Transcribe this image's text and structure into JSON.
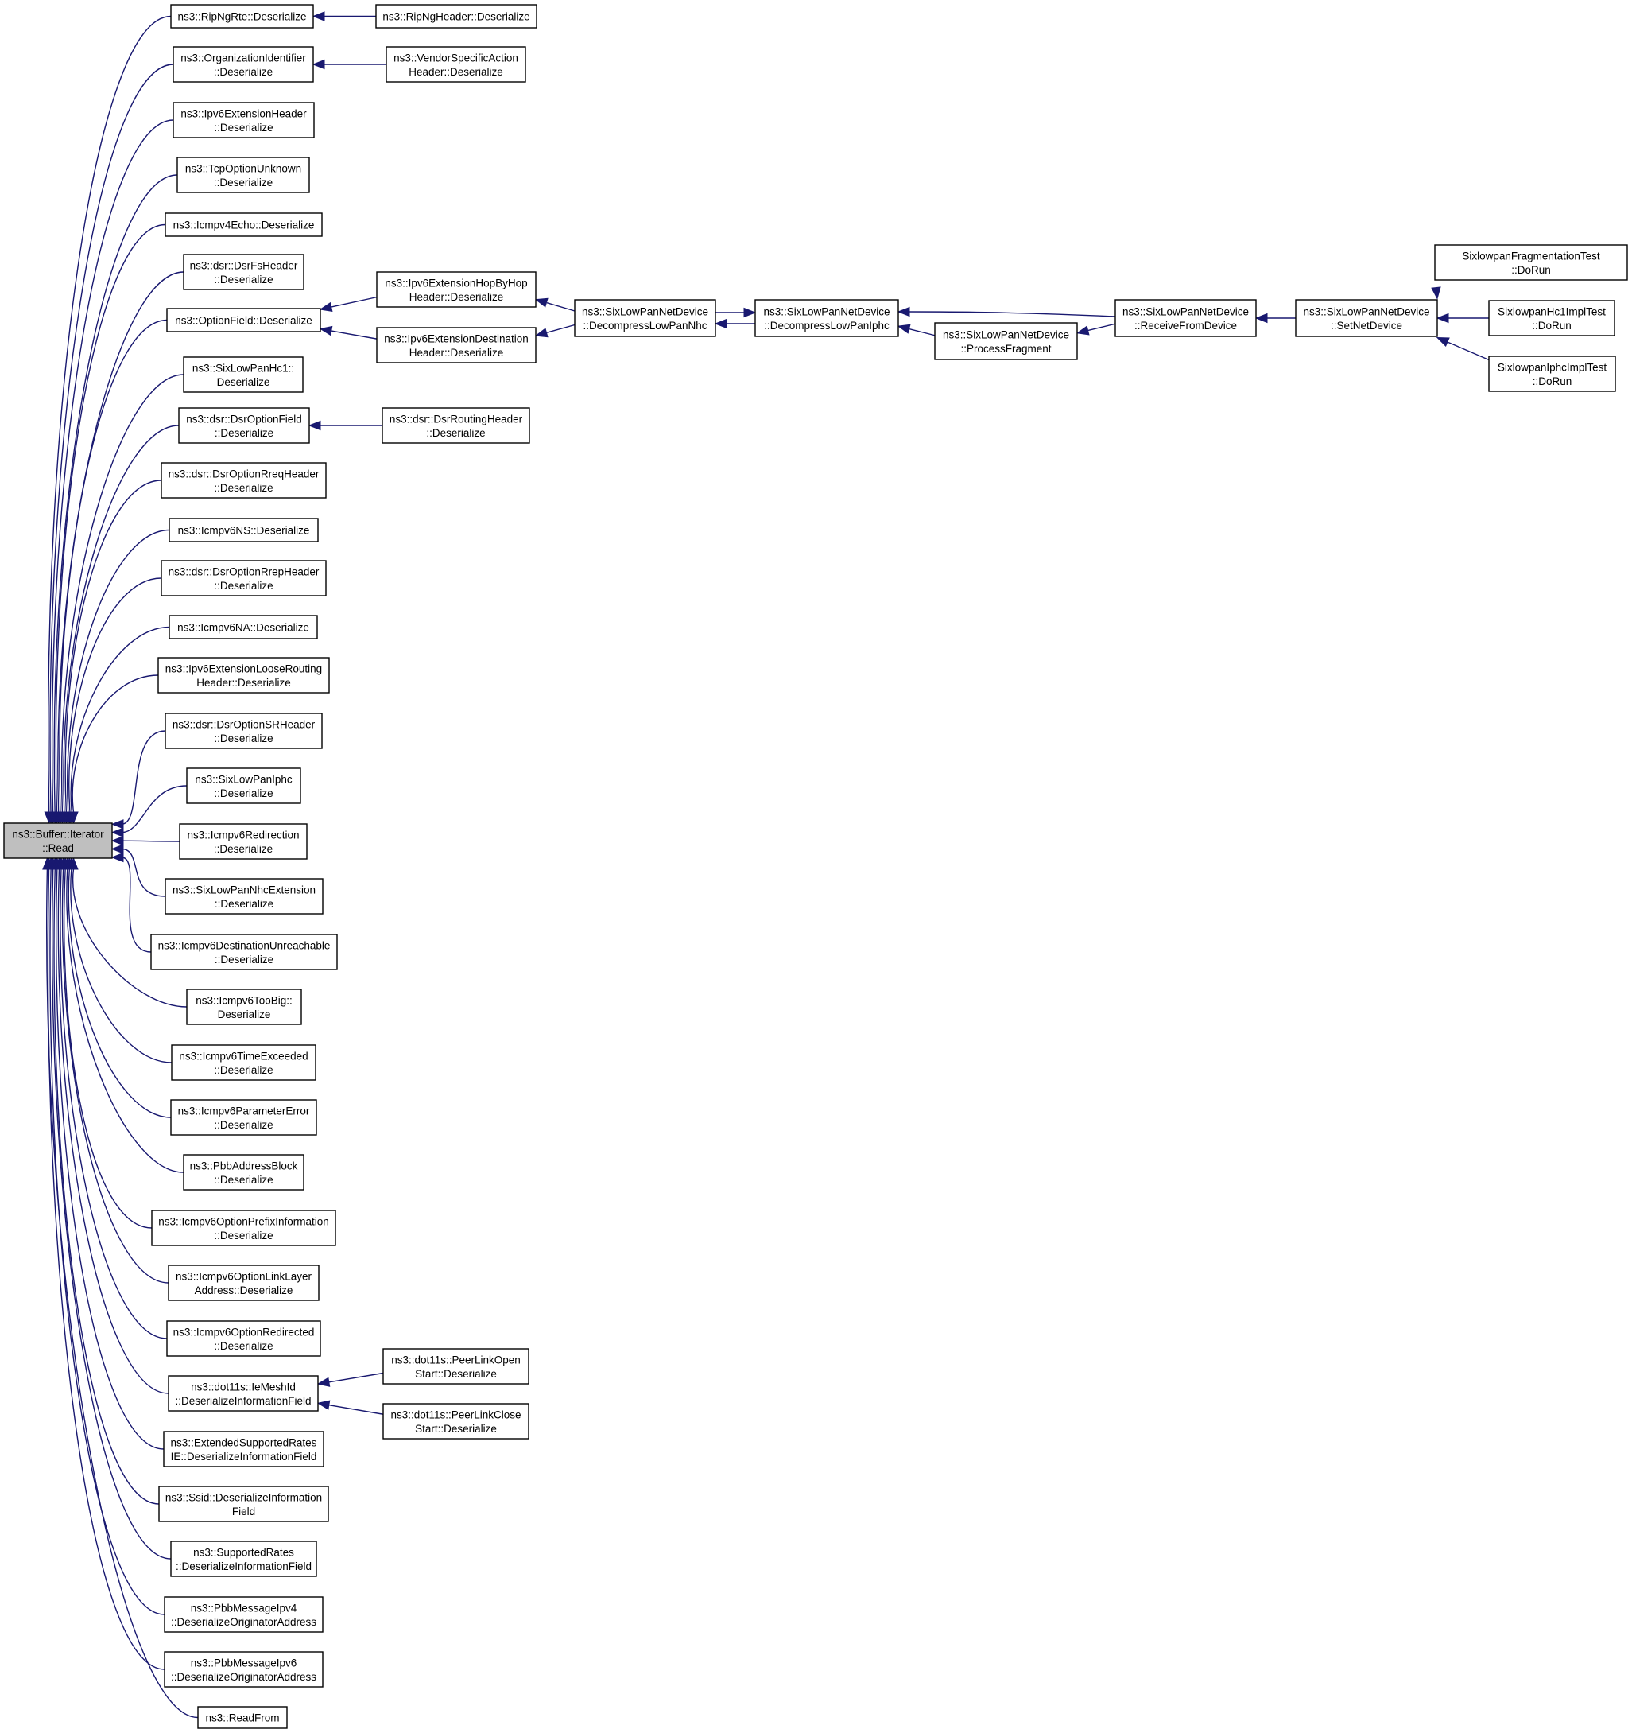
{
  "colors": {
    "edge": "#191970",
    "focus_fill": "#bfbfbf",
    "node_fill": "#ffffff",
    "node_border": "#000000"
  },
  "nodes": [
    {
      "id": "read",
      "lines": [
        "ns3::Buffer::Iterator",
        "::Read"
      ],
      "focus": true
    },
    {
      "id": "ripngrte",
      "lines": [
        "ns3::RipNgRte::Deserialize"
      ]
    },
    {
      "id": "ripngheader",
      "lines": [
        "ns3::RipNgHeader::Deserialize"
      ]
    },
    {
      "id": "orgid",
      "lines": [
        "ns3::OrganizationIdentifier",
        "::Deserialize"
      ]
    },
    {
      "id": "vendoraction",
      "lines": [
        "ns3::VendorSpecificAction",
        "Header::Deserialize"
      ]
    },
    {
      "id": "ipv6exthdr",
      "lines": [
        "ns3::Ipv6ExtensionHeader",
        "::Deserialize"
      ]
    },
    {
      "id": "tcpoptunknown",
      "lines": [
        "ns3::TcpOptionUnknown",
        "::Deserialize"
      ]
    },
    {
      "id": "icmpv4echo",
      "lines": [
        "ns3::Icmpv4Echo::Deserialize"
      ]
    },
    {
      "id": "dsrfsheader",
      "lines": [
        "ns3::dsr::DsrFsHeader",
        "::Deserialize"
      ]
    },
    {
      "id": "optionfield",
      "lines": [
        "ns3::OptionField::Deserialize"
      ]
    },
    {
      "id": "hopbyhop",
      "lines": [
        "ns3::Ipv6ExtensionHopByHop",
        "Header::Deserialize"
      ]
    },
    {
      "id": "extdest",
      "lines": [
        "ns3::Ipv6ExtensionDestination",
        "Header::Deserialize"
      ]
    },
    {
      "id": "decompnhc",
      "lines": [
        "ns3::SixLowPanNetDevice",
        "::DecompressLowPanNhc"
      ]
    },
    {
      "id": "decompiphc",
      "lines": [
        "ns3::SixLowPanNetDevice",
        "::DecompressLowPanIphc"
      ]
    },
    {
      "id": "processfrag",
      "lines": [
        "ns3::SixLowPanNetDevice",
        "::ProcessFragment"
      ]
    },
    {
      "id": "recvfromdev",
      "lines": [
        "ns3::SixLowPanNetDevice",
        "::ReceiveFromDevice"
      ]
    },
    {
      "id": "setnetdev",
      "lines": [
        "ns3::SixLowPanNetDevice",
        "::SetNetDevice"
      ]
    },
    {
      "id": "fragtest",
      "lines": [
        "SixlowpanFragmentationTest",
        "::DoRun"
      ]
    },
    {
      "id": "hc1test",
      "lines": [
        "SixlowpanHc1ImplTest",
        "::DoRun"
      ]
    },
    {
      "id": "iphctest",
      "lines": [
        "SixlowpanIphcImplTest",
        "::DoRun"
      ]
    },
    {
      "id": "sixhc1",
      "lines": [
        "ns3::SixLowPanHc1::",
        "Deserialize"
      ]
    },
    {
      "id": "dsroptfield",
      "lines": [
        "ns3::dsr::DsrOptionField",
        "::Deserialize"
      ]
    },
    {
      "id": "dsrrouting",
      "lines": [
        "ns3::dsr::DsrRoutingHeader",
        "::Deserialize"
      ]
    },
    {
      "id": "dsrrreq",
      "lines": [
        "ns3::dsr::DsrOptionRreqHeader",
        "::Deserialize"
      ]
    },
    {
      "id": "icmpv6ns",
      "lines": [
        "ns3::Icmpv6NS::Deserialize"
      ]
    },
    {
      "id": "dsrrrep",
      "lines": [
        "ns3::dsr::DsrOptionRrepHeader",
        "::Deserialize"
      ]
    },
    {
      "id": "icmpv6na",
      "lines": [
        "ns3::Icmpv6NA::Deserialize"
      ]
    },
    {
      "id": "looserouting",
      "lines": [
        "ns3::Ipv6ExtensionLooseRouting",
        "Header::Deserialize"
      ]
    },
    {
      "id": "dsrsr",
      "lines": [
        "ns3::dsr::DsrOptionSRHeader",
        "::Deserialize"
      ]
    },
    {
      "id": "sixiphc",
      "lines": [
        "ns3::SixLowPanIphc",
        "::Deserialize"
      ]
    },
    {
      "id": "icmpv6redir",
      "lines": [
        "ns3::Icmpv6Redirection",
        "::Deserialize"
      ]
    },
    {
      "id": "nhcext",
      "lines": [
        "ns3::SixLowPanNhcExtension",
        "::Deserialize"
      ]
    },
    {
      "id": "destunreach",
      "lines": [
        "ns3::Icmpv6DestinationUnreachable",
        "::Deserialize"
      ]
    },
    {
      "id": "toobig",
      "lines": [
        "ns3::Icmpv6TooBig::",
        "Deserialize"
      ]
    },
    {
      "id": "timeexceeded",
      "lines": [
        "ns3::Icmpv6TimeExceeded",
        "::Deserialize"
      ]
    },
    {
      "id": "paramerror",
      "lines": [
        "ns3::Icmpv6ParameterError",
        "::Deserialize"
      ]
    },
    {
      "id": "pbbaddrblock",
      "lines": [
        "ns3::PbbAddressBlock",
        "::Deserialize"
      ]
    },
    {
      "id": "prefixinfo",
      "lines": [
        "ns3::Icmpv6OptionPrefixInformation",
        "::Deserialize"
      ]
    },
    {
      "id": "linklayer",
      "lines": [
        "ns3::Icmpv6OptionLinkLayer",
        "Address::Deserialize"
      ]
    },
    {
      "id": "optredirected",
      "lines": [
        "ns3::Icmpv6OptionRedirected",
        "::Deserialize"
      ]
    },
    {
      "id": "iemeshid",
      "lines": [
        "ns3::dot11s::IeMeshId",
        "::DeserializeInformationField"
      ]
    },
    {
      "id": "peeropen",
      "lines": [
        "ns3::dot11s::PeerLinkOpen",
        "Start::Deserialize"
      ]
    },
    {
      "id": "peerclose",
      "lines": [
        "ns3::dot11s::PeerLinkClose",
        "Start::Deserialize"
      ]
    },
    {
      "id": "extrates",
      "lines": [
        "ns3::ExtendedSupportedRates",
        "IE::DeserializeInformationField"
      ]
    },
    {
      "id": "ssid",
      "lines": [
        "ns3::Ssid::DeserializeInformation",
        "Field"
      ]
    },
    {
      "id": "supprates",
      "lines": [
        "ns3::SupportedRates",
        "::DeserializeInformationField"
      ]
    },
    {
      "id": "pbbipv4",
      "lines": [
        "ns3::PbbMessageIpv4",
        "::DeserializeOriginatorAddress"
      ]
    },
    {
      "id": "pbbipv6",
      "lines": [
        "ns3::PbbMessageIpv6",
        "::DeserializeOriginatorAddress"
      ]
    },
    {
      "id": "readfrom",
      "lines": [
        "ns3::ReadFrom"
      ]
    }
  ],
  "edges": [
    [
      "read",
      "ripngrte"
    ],
    [
      "read",
      "orgid"
    ],
    [
      "read",
      "ipv6exthdr"
    ],
    [
      "read",
      "tcpoptunknown"
    ],
    [
      "read",
      "icmpv4echo"
    ],
    [
      "read",
      "dsrfsheader"
    ],
    [
      "read",
      "optionfield"
    ],
    [
      "read",
      "sixhc1"
    ],
    [
      "read",
      "dsroptfield"
    ],
    [
      "read",
      "dsrrreq"
    ],
    [
      "read",
      "icmpv6ns"
    ],
    [
      "read",
      "dsrrrep"
    ],
    [
      "read",
      "icmpv6na"
    ],
    [
      "read",
      "looserouting"
    ],
    [
      "read",
      "dsrsr"
    ],
    [
      "read",
      "sixiphc"
    ],
    [
      "read",
      "icmpv6redir"
    ],
    [
      "read",
      "nhcext"
    ],
    [
      "read",
      "destunreach"
    ],
    [
      "read",
      "toobig"
    ],
    [
      "read",
      "timeexceeded"
    ],
    [
      "read",
      "paramerror"
    ],
    [
      "read",
      "pbbaddrblock"
    ],
    [
      "read",
      "prefixinfo"
    ],
    [
      "read",
      "linklayer"
    ],
    [
      "read",
      "optredirected"
    ],
    [
      "read",
      "iemeshid"
    ],
    [
      "read",
      "extrates"
    ],
    [
      "read",
      "ssid"
    ],
    [
      "read",
      "supprates"
    ],
    [
      "read",
      "pbbipv4"
    ],
    [
      "read",
      "pbbipv6"
    ],
    [
      "read",
      "readfrom"
    ],
    [
      "ripngrte",
      "ripngheader"
    ],
    [
      "orgid",
      "vendoraction"
    ],
    [
      "optionfield",
      "hopbyhop"
    ],
    [
      "optionfield",
      "extdest"
    ],
    [
      "hopbyhop",
      "decompnhc"
    ],
    [
      "extdest",
      "decompnhc"
    ],
    [
      "decompnhc",
      "decompiphc"
    ],
    [
      "decompiphc",
      "decompnhc"
    ],
    [
      "decompiphc",
      "processfrag"
    ],
    [
      "decompiphc",
      "recvfromdev"
    ],
    [
      "processfrag",
      "recvfromdev"
    ],
    [
      "recvfromdev",
      "setnetdev"
    ],
    [
      "setnetdev",
      "fragtest"
    ],
    [
      "setnetdev",
      "hc1test"
    ],
    [
      "setnetdev",
      "iphctest"
    ],
    [
      "dsroptfield",
      "dsrrouting"
    ],
    [
      "iemeshid",
      "peeropen"
    ],
    [
      "iemeshid",
      "peerclose"
    ]
  ]
}
